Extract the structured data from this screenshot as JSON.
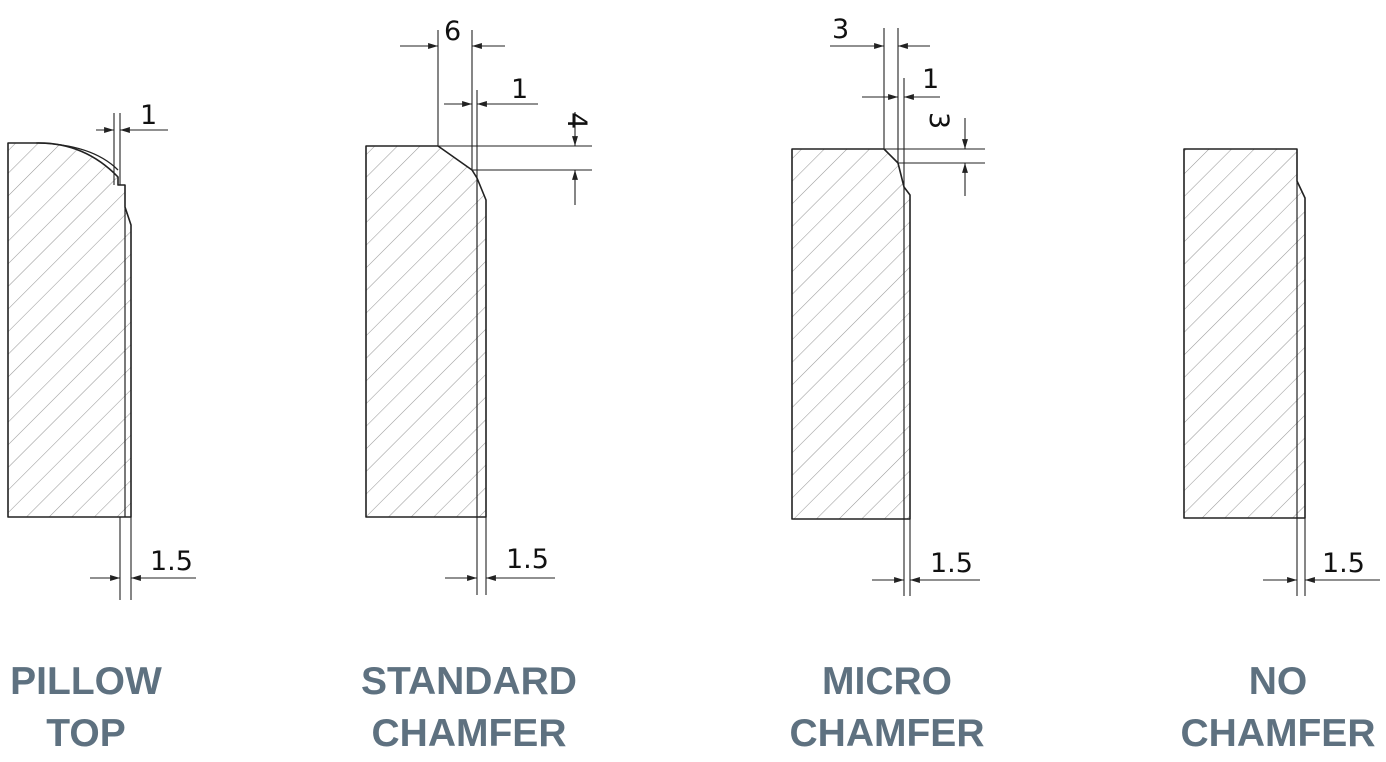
{
  "colors": {
    "caption": "#5e7180",
    "line": "#222222",
    "hatch": "#9a9a9a"
  },
  "profiles": [
    {
      "id": "pillow-top",
      "caption_lines": [
        "PILLOW",
        "TOP"
      ],
      "dims": {
        "side": "1",
        "bottom": "1.5"
      }
    },
    {
      "id": "standard-chamfer",
      "caption_lines": [
        "STANDARD",
        "CHAMFER"
      ],
      "dims": {
        "top": "6",
        "side": "1",
        "height": "4",
        "bottom": "1.5"
      }
    },
    {
      "id": "micro-chamfer",
      "caption_lines": [
        "MICRO",
        "CHAMFER"
      ],
      "dims": {
        "top": "3",
        "side": "1",
        "height": "3",
        "bottom": "1.5"
      }
    },
    {
      "id": "no-chamfer",
      "caption_lines": [
        "NO",
        "CHAMFER"
      ],
      "dims": {
        "bottom": "1.5"
      }
    }
  ]
}
